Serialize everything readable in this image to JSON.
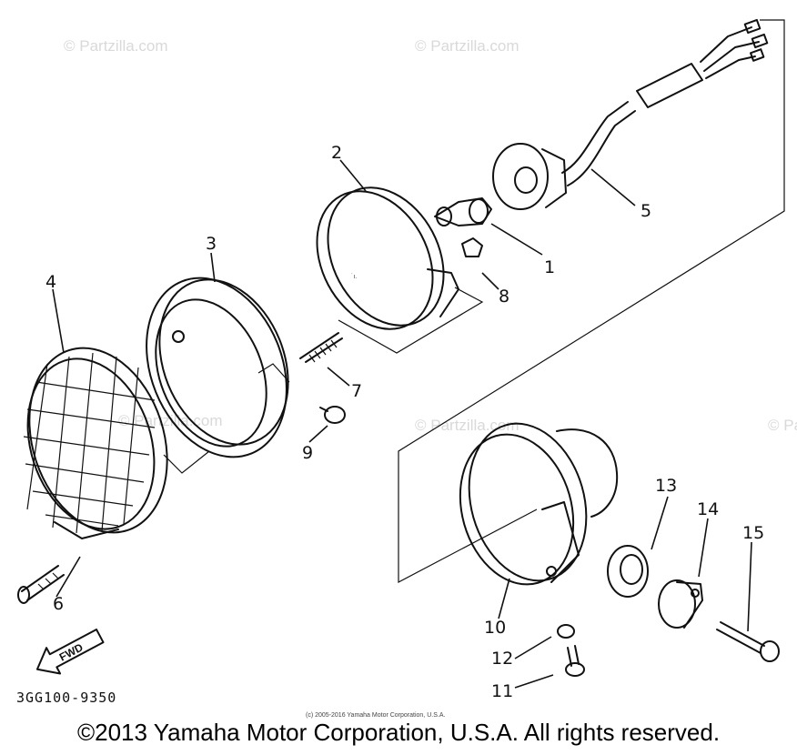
{
  "watermarks": [
    "© Partzilla.com",
    "© Partzilla.com",
    "© Partzilla.com",
    "© Partzilla.com",
    "© Partzilla.com"
  ],
  "callouts": [
    "1",
    "2",
    "3",
    "4",
    "5",
    "6",
    "7",
    "8",
    "9",
    "10",
    "11",
    "12",
    "13",
    "14",
    "15"
  ],
  "diagram_code": "3GG100-9350",
  "forward_label": "FWD",
  "small_copyright": "(c) 2005-2016 Yamaha Motor Corporation, U.S.A.",
  "copyright": "©2013 Yamaha Motor Corporation, U.S.A. All rights reserved."
}
